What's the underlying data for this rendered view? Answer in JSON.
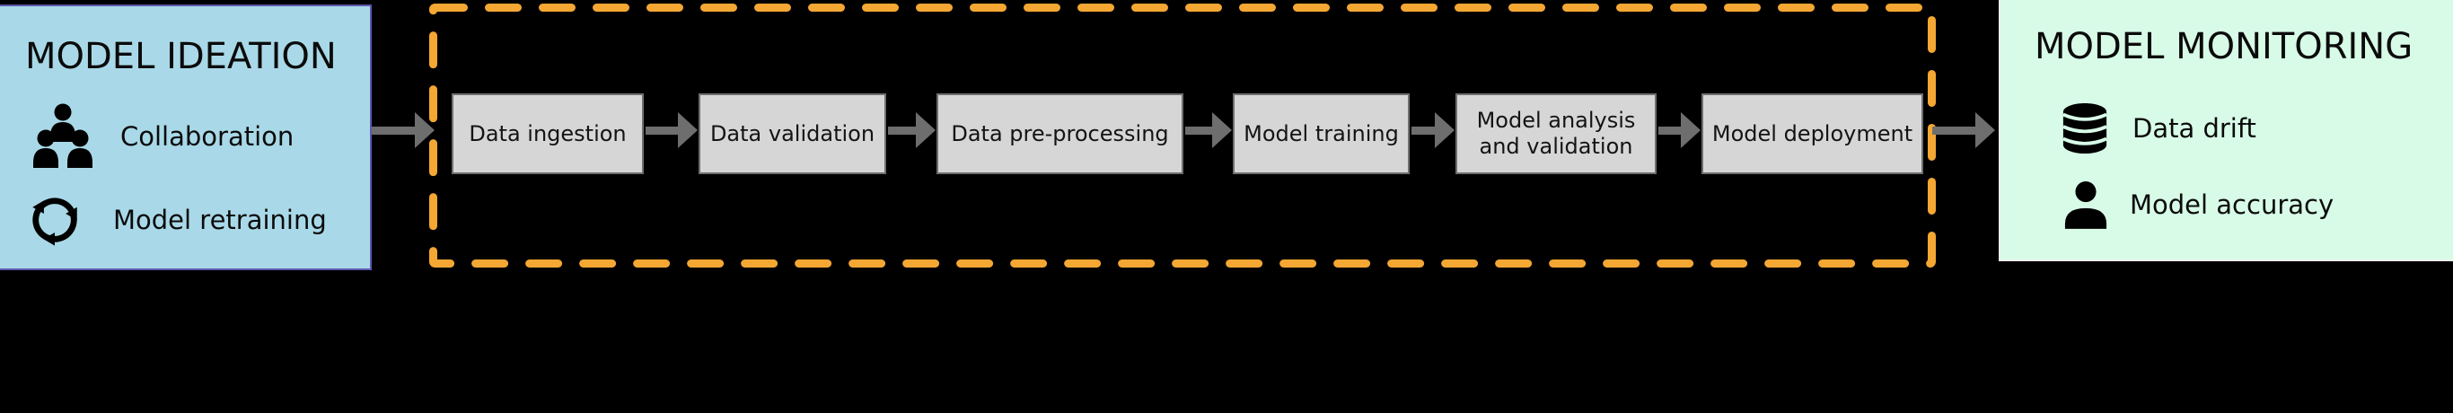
{
  "ideation": {
    "title": "MODEL IDEATION",
    "items": [
      {
        "icon": "collaboration-people-icon",
        "label": "Collaboration"
      },
      {
        "icon": "model-retraining-cycle-icon",
        "label": "Model retraining"
      }
    ]
  },
  "pipeline": {
    "steps": [
      {
        "label": "Data ingestion"
      },
      {
        "label": "Data validation"
      },
      {
        "label": "Data pre-processing"
      },
      {
        "label": "Model training"
      },
      {
        "label": "Model analysis and validation"
      },
      {
        "label": "Model deployment"
      }
    ]
  },
  "monitoring": {
    "title": "MODEL MONITORING",
    "items": [
      {
        "icon": "database-icon",
        "label": "Data drift"
      },
      {
        "icon": "person-icon",
        "label": "Model accuracy"
      }
    ]
  },
  "colors": {
    "background": "#000000",
    "ideation_bg": "#A9D9E8",
    "ideation_border": "#5F58B0",
    "monitoring_bg": "#D8FBE8",
    "monitoring_border": "#EFEFEF",
    "step_bg": "#D6D6D6",
    "step_border": "#6F6F6F",
    "arrow": "#6E6E6E",
    "dash": "#F4A733",
    "text": "#111111"
  }
}
